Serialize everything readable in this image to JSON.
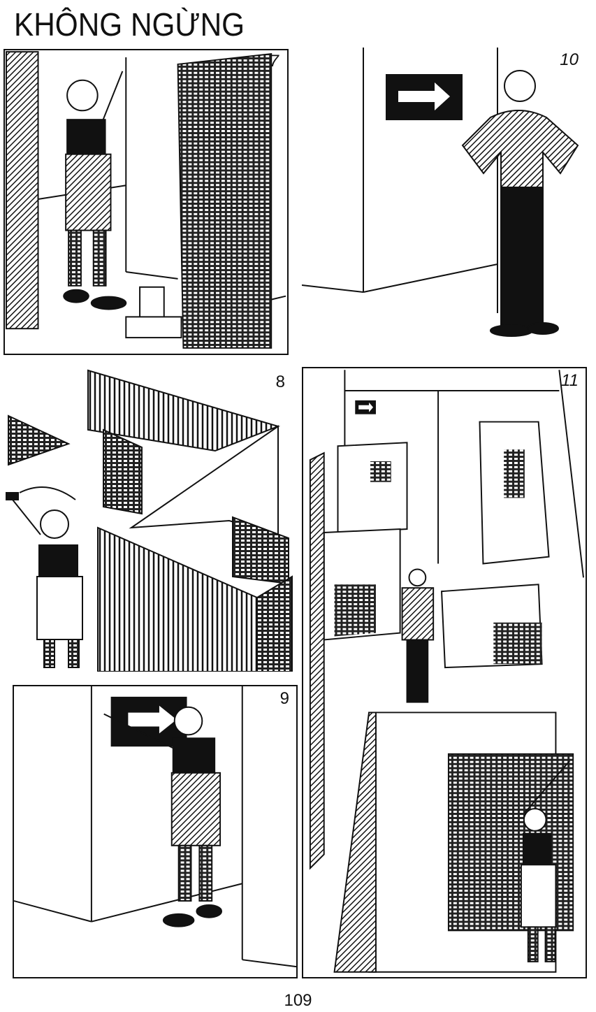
{
  "page": {
    "title": "KHÔNG NGỪNG",
    "page_number": "109"
  },
  "panels": [
    {
      "number": "7"
    },
    {
      "number": "10"
    },
    {
      "number": "8"
    },
    {
      "number": "11"
    },
    {
      "number": "9"
    }
  ]
}
